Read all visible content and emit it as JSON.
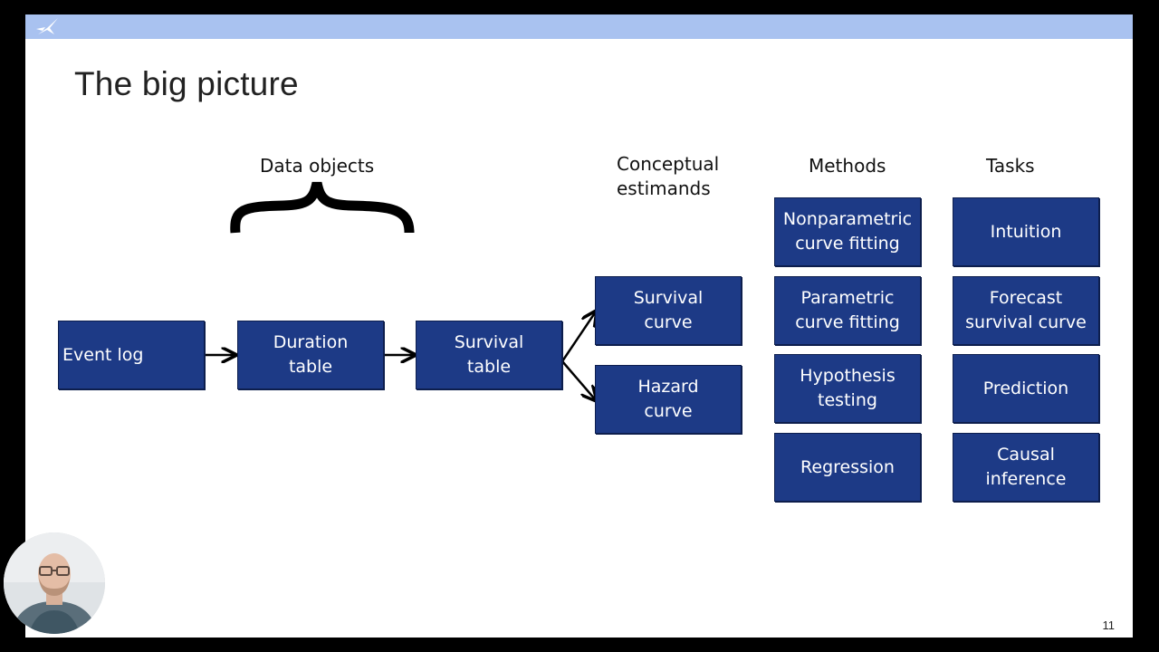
{
  "slide": {
    "title": "The big picture",
    "page_number": "11"
  },
  "headers": {
    "data_objects": "Data objects",
    "estimands": "Conceptual\nestimands",
    "methods": "Methods",
    "tasks": "Tasks"
  },
  "pipeline": {
    "event_log": "Event log",
    "duration_table": "Duration\ntable",
    "survival_table": "Survival\ntable",
    "survival_curve": "Survival\ncurve",
    "hazard_curve": "Hazard\ncurve"
  },
  "methods": [
    "Nonparametric\ncurve fitting",
    "Parametric\ncurve fitting",
    "Hypothesis\ntesting",
    "Regression"
  ],
  "tasks": [
    "Intuition",
    "Forecast\nsurvival curve",
    "Prediction",
    "Causal\ninference"
  ],
  "colors": {
    "topbar": "#a9c2f0",
    "box_fill": "#1d3a86",
    "box_text": "#ffffff"
  }
}
